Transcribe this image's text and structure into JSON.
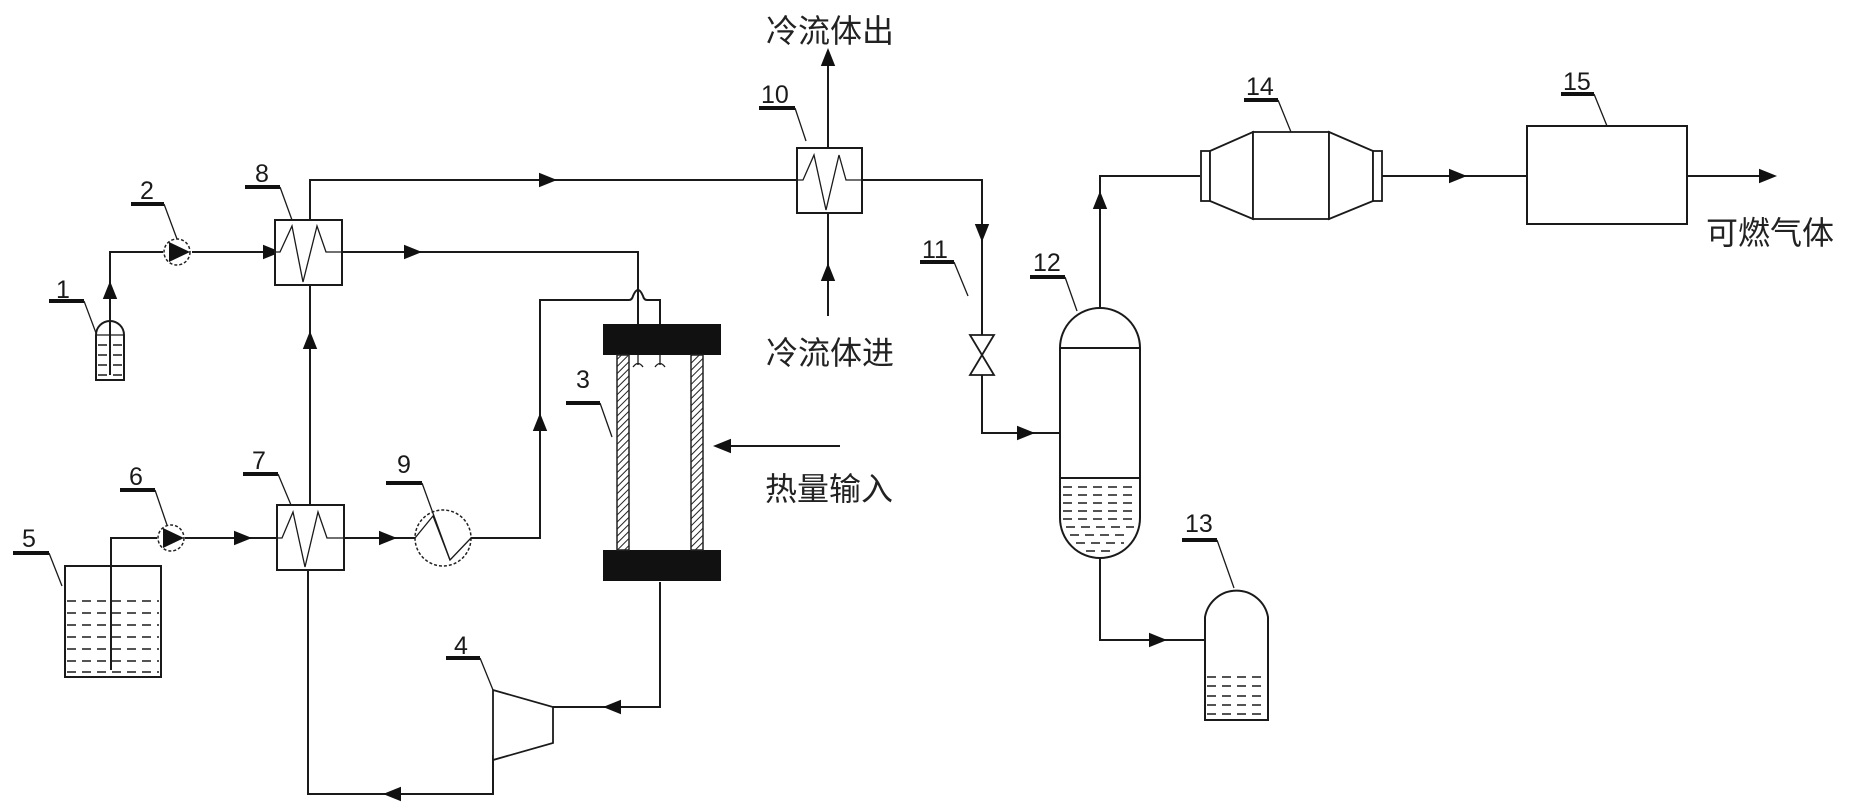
{
  "diagram": {
    "type": "process-flow",
    "equipment": [
      {
        "id": "1",
        "label": "1",
        "kind": "small-feed-tank"
      },
      {
        "id": "2",
        "label": "2",
        "kind": "pump"
      },
      {
        "id": "3",
        "label": "3",
        "kind": "reactor"
      },
      {
        "id": "4",
        "label": "4",
        "kind": "turbine-expander"
      },
      {
        "id": "5",
        "label": "5",
        "kind": "feed-tank"
      },
      {
        "id": "6",
        "label": "6",
        "kind": "pump"
      },
      {
        "id": "7",
        "label": "7",
        "kind": "heat-exchanger"
      },
      {
        "id": "8",
        "label": "8",
        "kind": "heat-exchanger"
      },
      {
        "id": "9",
        "label": "9",
        "kind": "heater"
      },
      {
        "id": "10",
        "label": "10",
        "kind": "heat-exchanger"
      },
      {
        "id": "11",
        "label": "11",
        "kind": "valve"
      },
      {
        "id": "12",
        "label": "12",
        "kind": "gas-liquid-separator"
      },
      {
        "id": "13",
        "label": "13",
        "kind": "liquid-collection-tank"
      },
      {
        "id": "14",
        "label": "14",
        "kind": "filter"
      },
      {
        "id": "15",
        "label": "15",
        "kind": "gas-processing-unit"
      }
    ],
    "annotations": {
      "cold_fluid_out": "冷流体出",
      "cold_fluid_in": "冷流体进",
      "heat_input": "热量输入",
      "combustible_gas": "可燃气体"
    }
  }
}
